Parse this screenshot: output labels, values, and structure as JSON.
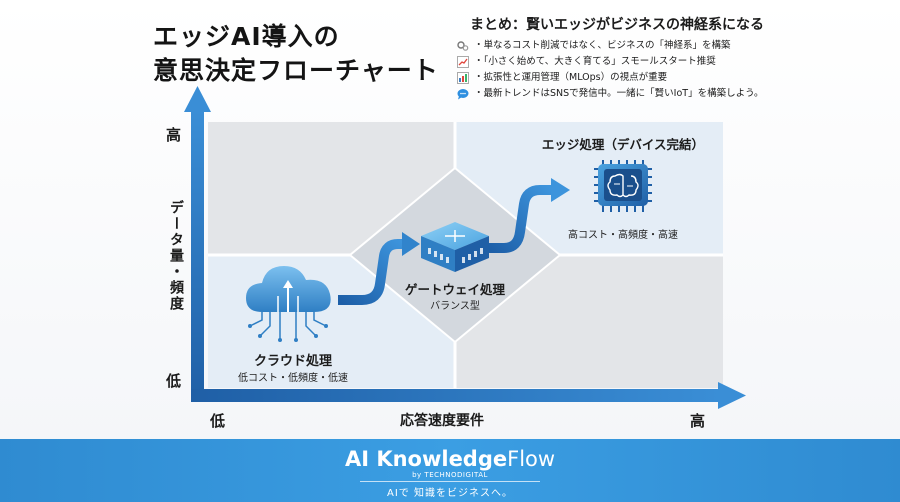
{
  "title": {
    "line1": "エッジAI導入の",
    "line2": "意思決定フローチャート"
  },
  "summary": {
    "heading": "まとめ：賢いエッジがビジネスの神経系になる",
    "items": [
      {
        "icon": "gears-icon",
        "text": "・単なるコスト削減ではなく、ビジネスの「神経系」を構築"
      },
      {
        "icon": "growth-chart-icon",
        "text": "・「小さく始めて、大きく育てる」スモールスタート推奨"
      },
      {
        "icon": "bar-chart-icon",
        "text": "・拡張性と運用管理（MLOps）の視点が重要"
      },
      {
        "icon": "chat-bubble-icon",
        "text": "・最新トレンドはSNSで発信中。一緒に「賢いIoT」を構築しよう。"
      }
    ]
  },
  "axes": {
    "y_title": "データ量・頻度",
    "y_low": "低",
    "y_high": "高",
    "x_title": "応答速度要件",
    "x_low": "低",
    "x_high": "高"
  },
  "nodes": {
    "cloud": {
      "label": "クラウド処理",
      "sub": "低コスト・低頻度・低速"
    },
    "gateway": {
      "label": "ゲートウェイ処理",
      "sub": "バランス型"
    },
    "edge": {
      "label": "エッジ処理（デバイス完結）",
      "sub": "高コスト・高頻度・高速"
    }
  },
  "footer": {
    "brand_bold": "AI Knowledge",
    "brand_thin": "Flow",
    "by": "by TECHNODIGITAL",
    "tagline": "AIで 知識をビジネスへ。"
  },
  "colors": {
    "accent_blue": "#2f7fc4",
    "footer_blue": "#3b9ee3",
    "quadrant_light": "#e6eef6",
    "quadrant_grey": "#e3e5e8"
  }
}
